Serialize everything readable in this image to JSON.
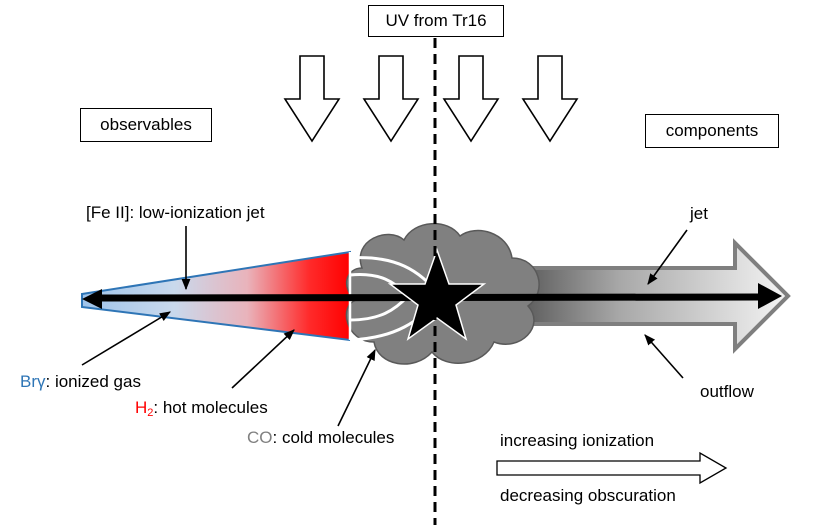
{
  "header": {
    "uv_label": "UV from Tr16"
  },
  "boxes": {
    "observables": "observables",
    "components": "components"
  },
  "observables": {
    "fe_ii": "[Fe II]: low-ionization jet",
    "br_gamma": {
      "species": "Brγ",
      "desc": ": ionized gas"
    },
    "h2": {
      "species_main": "H",
      "species_sub": "2",
      "desc": ": hot molecules"
    },
    "co": {
      "species": "CO",
      "desc": ": cold molecules"
    }
  },
  "components": {
    "jet": "jet",
    "outflow": "outflow"
  },
  "trend": {
    "top": "increasing ionization",
    "bottom": "decreasing obscuration"
  },
  "colors": {
    "br_gamma": "#2e75b6",
    "h2": "#ff0000",
    "co": "#808080",
    "cloud": "#808080",
    "outflow_border": "#7f7f7f",
    "cone_blue": "#a9c8e8",
    "cone_red": "#ff1010"
  },
  "icons": [
    "uv-arrow-icon",
    "star-icon",
    "cloud-icon",
    "jet-arrow-icon",
    "outflow-arrow-icon"
  ]
}
